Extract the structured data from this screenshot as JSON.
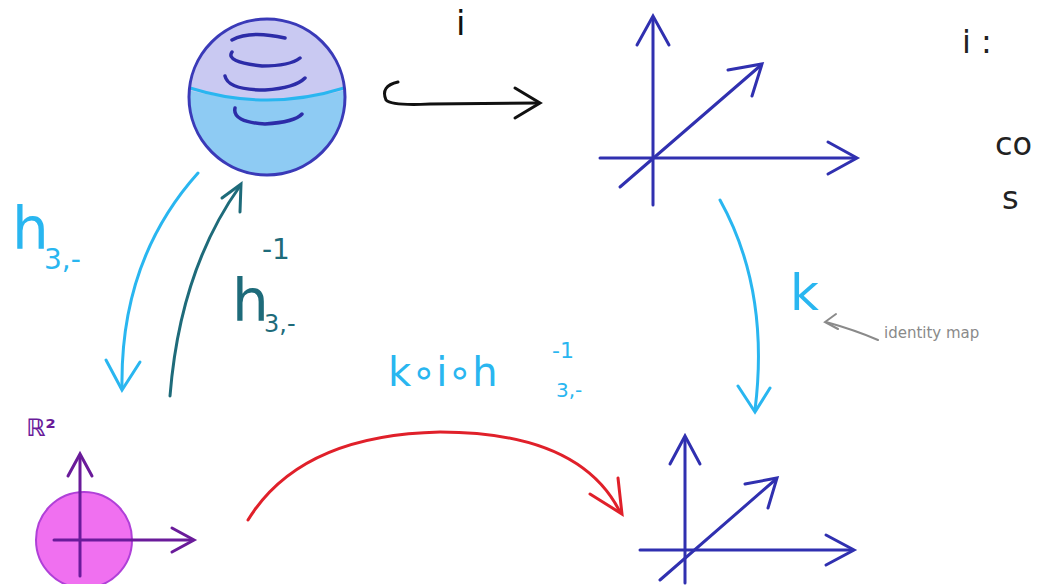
{
  "diagram": {
    "nodes": [
      {
        "text": [
          "ℝ²"
        ]
      }
    ],
    "labels": [
      "i",
      "h",
      "3,-",
      "h",
      "-1",
      "3,-",
      "k",
      "identity map",
      "k∘i∘h",
      "-1",
      "3,-",
      "i :",
      "co",
      "s"
    ]
  }
}
